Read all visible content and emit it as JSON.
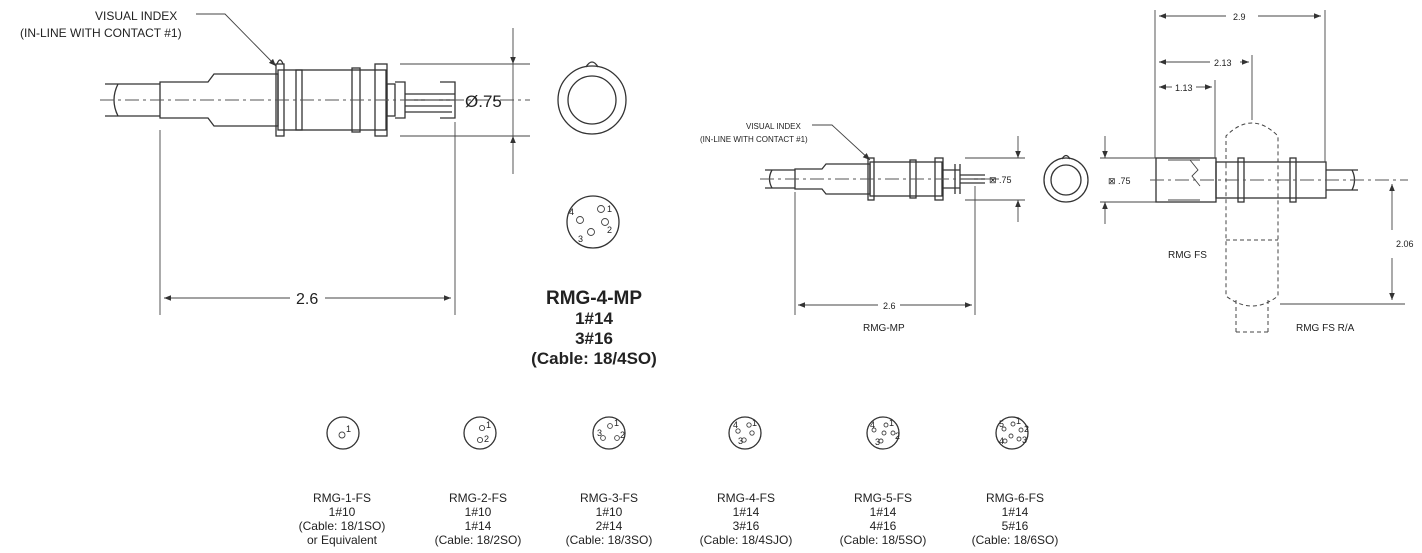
{
  "left_drawing": {
    "visual_index_line1": "VISUAL INDEX",
    "visual_index_line2": "(IN-LINE WITH CONTACT #1)",
    "dim_length": "2.6",
    "dim_diameter": "Ø.75",
    "pins": [
      "1",
      "2",
      "3",
      "4"
    ],
    "part_title": "RMG-4-MP",
    "spec_line1": "1#14",
    "spec_line2": "3#16",
    "spec_line3": "(Cable: 18/4SO)"
  },
  "right_drawing": {
    "visual_index_line1": "VISUAL INDEX",
    "visual_index_line2": "(IN-LINE WITH CONTACT #1)",
    "dim_length_mp": "2.6",
    "dim_diameter_mp": "⊠ .75",
    "dim_diameter_fs": "⊠ .75",
    "dim_overall": "2.9",
    "dim_mid": "2.13",
    "dim_short": "1.13",
    "dim_height": "2.06",
    "label_mp": "RMG-MP",
    "label_fs": "RMG FS",
    "label_fs_ra": "RMG FS R/A"
  },
  "connectors": [
    {
      "name": "RMG-1-FS",
      "lines": [
        "1#10",
        "(Cable: 18/1SO)",
        "or Equivalent"
      ]
    },
    {
      "name": "RMG-2-FS",
      "lines": [
        "1#10",
        "1#14",
        "(Cable: 18/2SO)"
      ]
    },
    {
      "name": "RMG-3-FS",
      "lines": [
        "1#10",
        "2#14",
        "(Cable: 18/3SO)"
      ]
    },
    {
      "name": "RMG-4-FS",
      "lines": [
        "1#14",
        "3#16",
        "(Cable: 18/4SJO)"
      ]
    },
    {
      "name": "RMG-5-FS",
      "lines": [
        "1#14",
        "4#16",
        "(Cable: 18/5SO)"
      ]
    },
    {
      "name": "RMG-6-FS",
      "lines": [
        "1#14",
        "5#16",
        "(Cable: 18/6SO)"
      ]
    }
  ],
  "colors": {
    "line": "#333333",
    "background": "#ffffff"
  }
}
